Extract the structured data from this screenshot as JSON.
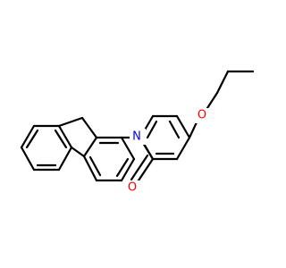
{
  "molecule": {
    "atoms": [
      {
        "id": "nitrogen",
        "symbol": "N",
        "color": "#0000ff"
      },
      {
        "id": "carbonyl-oxygen",
        "symbol": "O",
        "color": "#ff0000"
      },
      {
        "id": "ether-oxygen",
        "symbol": "O",
        "color": "#ff0000"
      }
    ],
    "colors": {
      "bond": "#000000",
      "nitrogen": "#0000ff",
      "oxygen": "#ff0000",
      "background": "#ffffff"
    }
  }
}
